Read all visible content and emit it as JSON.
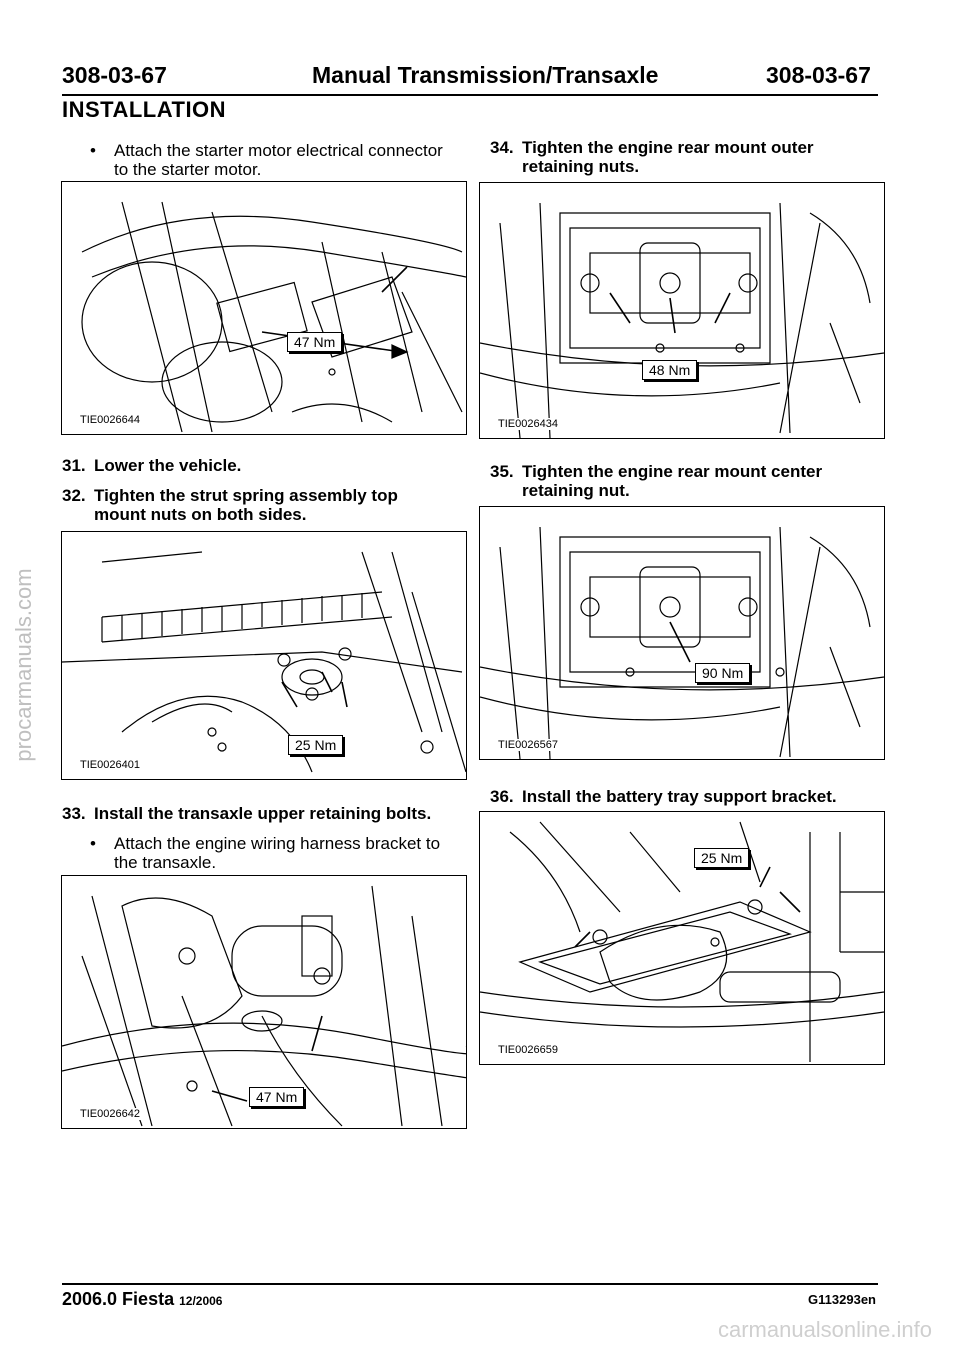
{
  "header": {
    "code_left": "308-03-67",
    "title": "Manual Transmission/Transaxle",
    "code_right": "308-03-67"
  },
  "section_title": "INSTALLATION",
  "steps": {
    "bullet_starter": [
      "Attach the starter motor electrical connector",
      "to the starter motor."
    ],
    "s31": {
      "num": "31.",
      "text": "Lower the vehicle."
    },
    "s32": {
      "num": "32.",
      "text": [
        "Tighten the strut spring assembly top",
        "mount nuts on both sides."
      ]
    },
    "s33": {
      "num": "33.",
      "text": "Install the transaxle upper retaining bolts."
    },
    "bullet_harness": [
      "Attach the engine wiring harness bracket to",
      "the transaxle."
    ],
    "s34": {
      "num": "34.",
      "text": [
        "Tighten the engine rear mount outer",
        "retaining nuts."
      ]
    },
    "s35": {
      "num": "35.",
      "text": [
        "Tighten the engine rear mount center",
        "retaining nut."
      ]
    },
    "s36": {
      "num": "36.",
      "text": "Install the battery tray support bracket."
    }
  },
  "figures": {
    "f1": {
      "id": "TIE0026644",
      "torque": "47 Nm"
    },
    "f2": {
      "id": "TIE0026401",
      "torque": "25 Nm"
    },
    "f3": {
      "id": "TIE0026642",
      "torque": "47 Nm"
    },
    "f4": {
      "id": "TIE0026434",
      "torque": "48 Nm"
    },
    "f5": {
      "id": "TIE0026567",
      "torque": "90 Nm"
    },
    "f6": {
      "id": "TIE0026659",
      "torque": "25 Nm"
    }
  },
  "footer": {
    "model": "2006.0 Fiesta",
    "date": "12/2006",
    "doc_code": "G113293en"
  },
  "watermarks": {
    "side": "procarmanuals.com",
    "bottom": "carmanualsonline.info"
  }
}
